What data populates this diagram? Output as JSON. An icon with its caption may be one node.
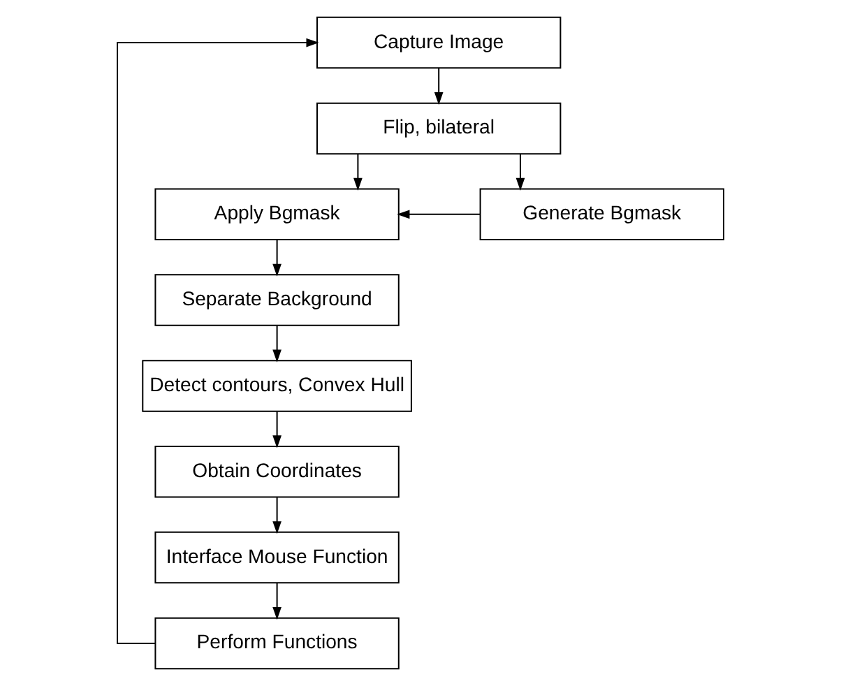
{
  "diagram": {
    "nodes": [
      {
        "text": [
          "Capture Image"
        ]
      },
      {
        "text": [
          "Flip, bilateral"
        ]
      },
      {
        "text": [
          "Apply Bgmask"
        ]
      },
      {
        "text": [
          "Generate Bgmask"
        ]
      },
      {
        "text": [
          "Separate Background"
        ]
      },
      {
        "text": [
          "Detect contours, Convex Hull"
        ]
      },
      {
        "text": [
          "Obtain Coordinates"
        ]
      },
      {
        "text": [
          "Interface Mouse Function"
        ]
      },
      {
        "text": [
          "Perform Functions"
        ]
      }
    ],
    "edges": [
      {
        "from": 0,
        "to": 1,
        "arrow": "to"
      },
      {
        "from": 1,
        "to": 2,
        "arrow": "to"
      },
      {
        "from": 1,
        "to": 3,
        "arrow": "to"
      },
      {
        "from": 3,
        "to": 2,
        "arrow": "to"
      },
      {
        "from": 2,
        "to": 4,
        "arrow": "to"
      },
      {
        "from": 4,
        "to": 5,
        "arrow": "to"
      },
      {
        "from": 5,
        "to": 6,
        "arrow": "to"
      },
      {
        "from": 6,
        "to": 7,
        "arrow": "to"
      },
      {
        "from": 7,
        "to": 8,
        "arrow": "to"
      },
      {
        "from": 8,
        "to": 0,
        "arrow": "to"
      }
    ]
  }
}
